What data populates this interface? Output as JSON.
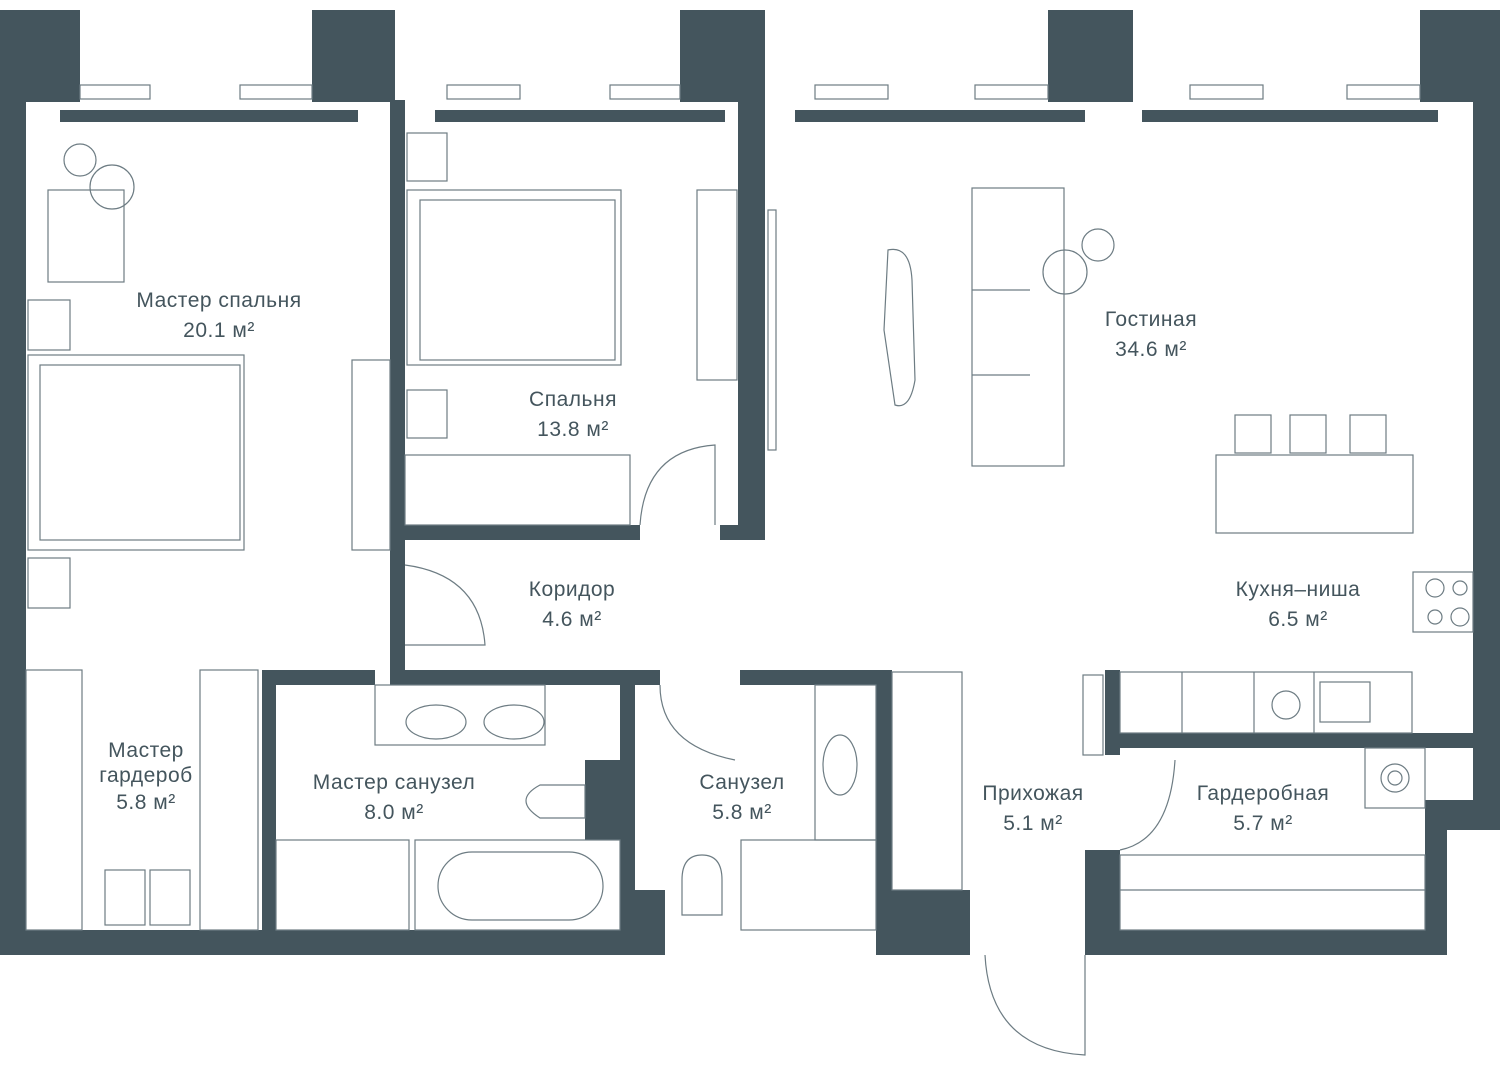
{
  "colors": {
    "wall": "#44555d",
    "line": "#6d7c83",
    "background": "#ffffff"
  },
  "unit": "м²",
  "rooms": [
    {
      "name": "Мастер спальня",
      "area": "20.1"
    },
    {
      "name": "Спальня",
      "area": "13.8"
    },
    {
      "name": "Гостиная",
      "area": "34.6"
    },
    {
      "name": "Коридор",
      "area": "4.6"
    },
    {
      "name": "Кухня–ниша",
      "area": "6.5"
    },
    {
      "name": "Мастер гардероб",
      "area": "5.8"
    },
    {
      "name": "Мастер санузел",
      "area": "8.0"
    },
    {
      "name": "Санузел",
      "area": "5.8"
    },
    {
      "name": "Прихожая",
      "area": "5.1"
    },
    {
      "name": "Гардеробная",
      "area": "5.7"
    }
  ]
}
